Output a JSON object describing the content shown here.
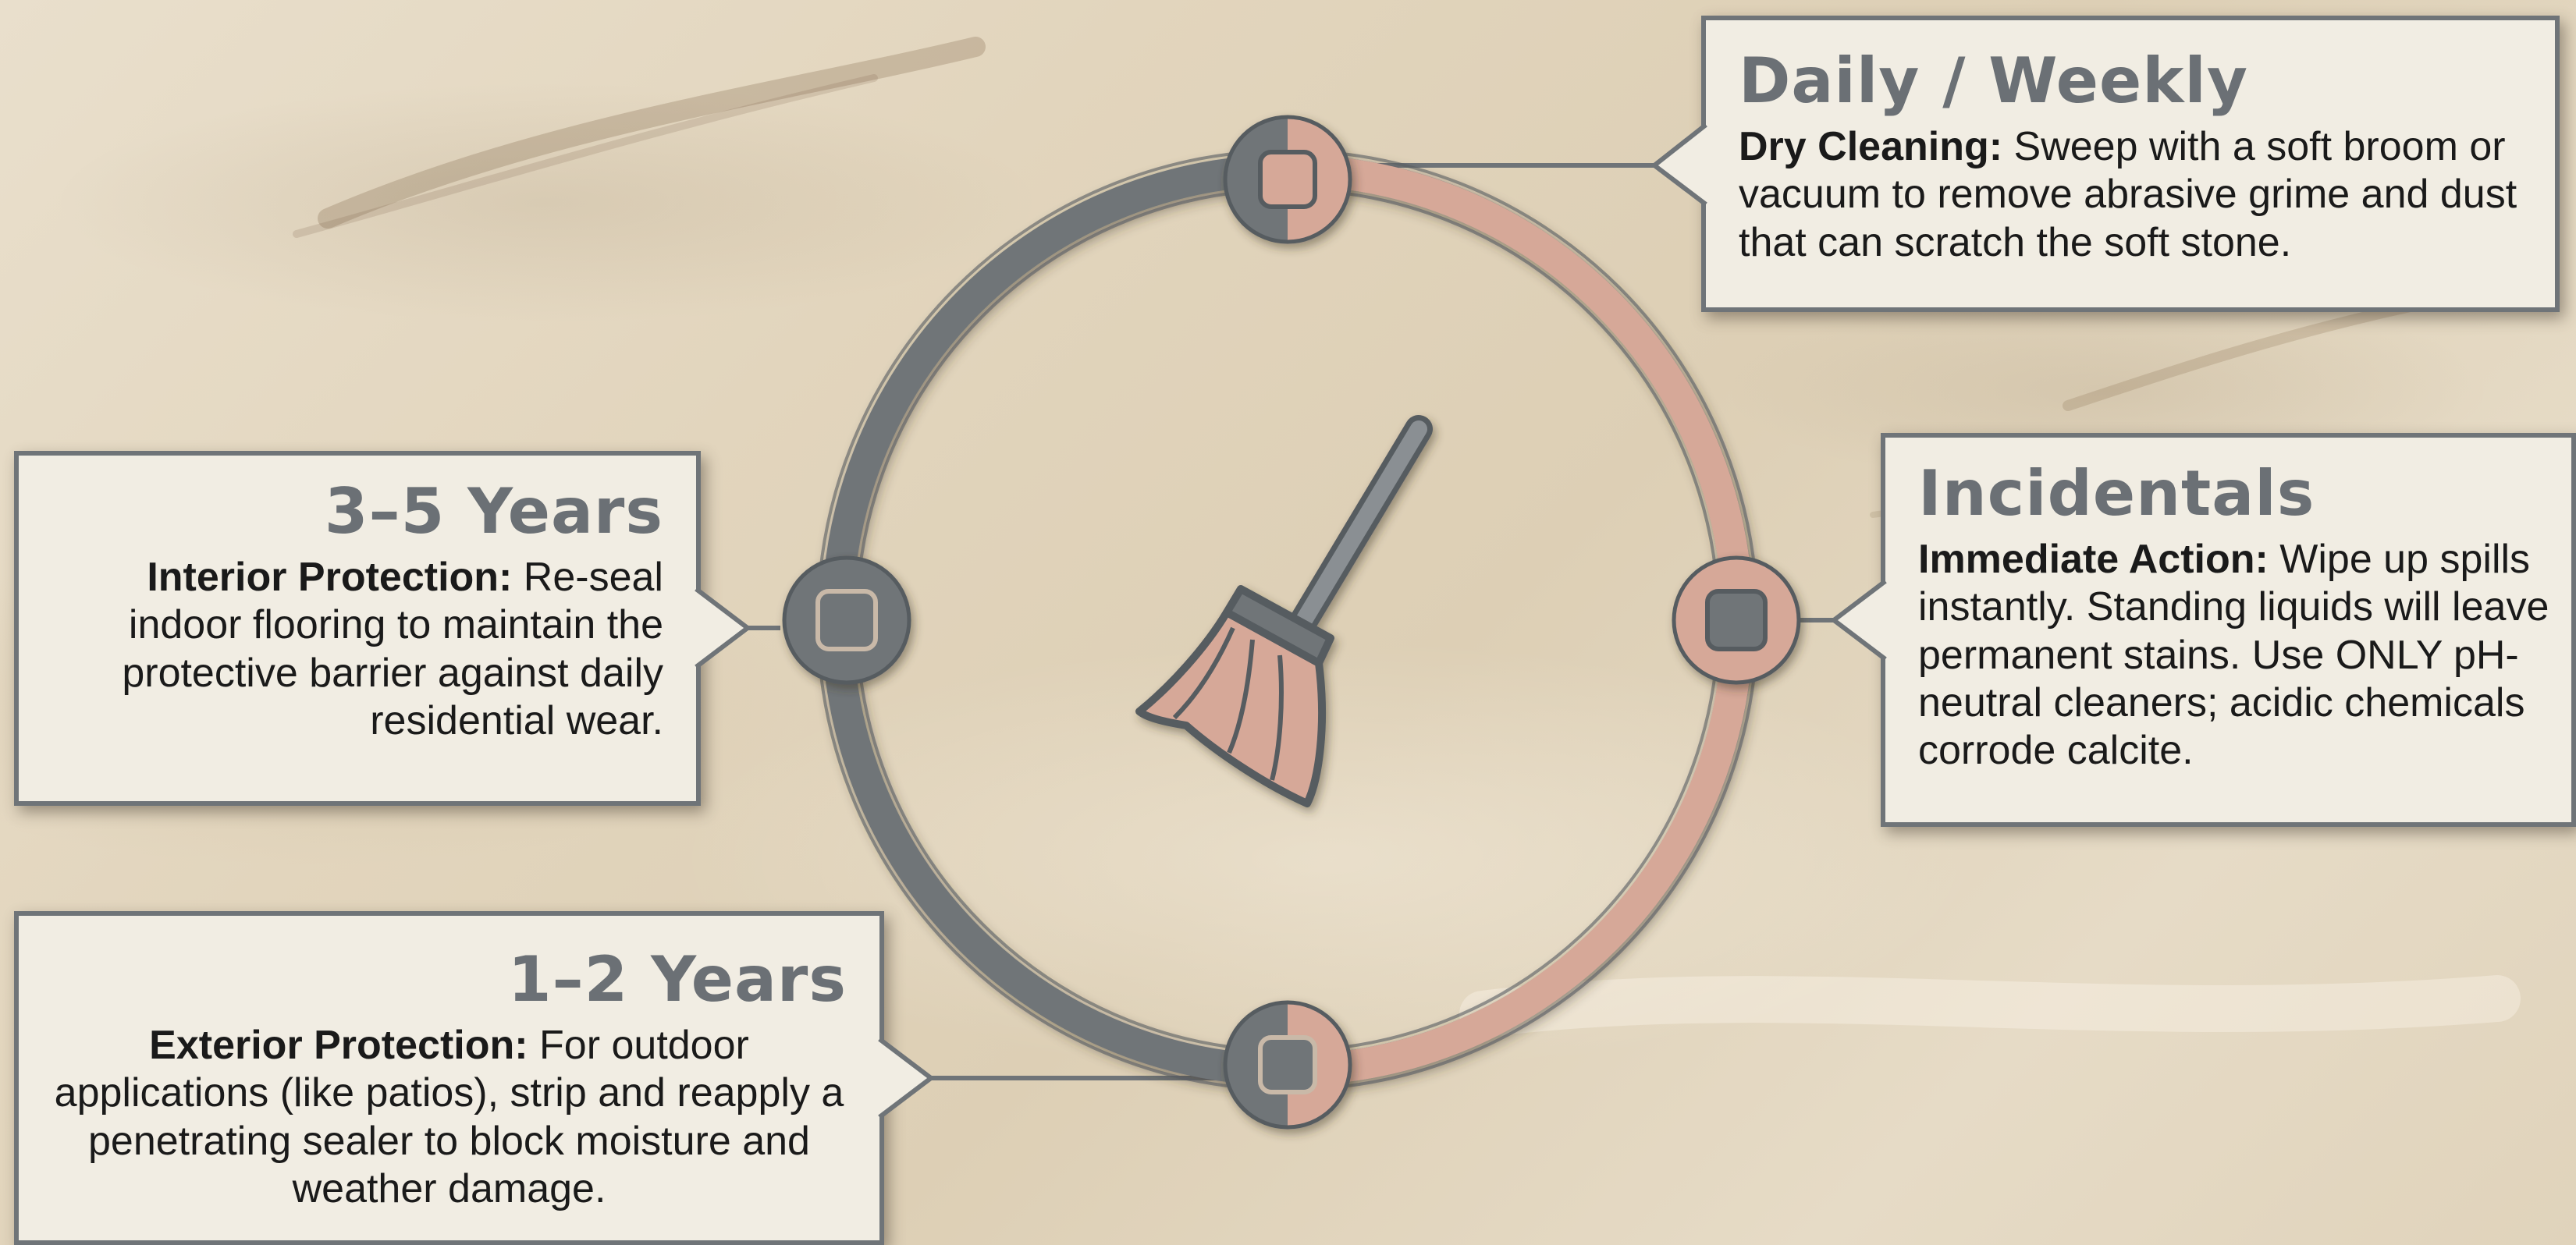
{
  "cycle": {
    "center_icon": "broom-icon",
    "node_icons": [
      "rounded-square-icon",
      "rounded-square-icon",
      "rounded-square-icon",
      "rounded-square-icon"
    ],
    "colors": {
      "ring_pink": "#d6a898",
      "ring_gray": "#6f7478",
      "card_bg": "#f1ede3",
      "card_border": "#6f7478",
      "title_gray": "#6b7075",
      "text": "#1a1a1a"
    }
  },
  "stages": {
    "daily": {
      "title": "Daily / Weekly",
      "lead": "Dry Cleaning:",
      "text": " Sweep with a soft broom or vacuum to remove abrasive grime and dust that can scratch the soft stone."
    },
    "incidentals": {
      "title": "Incidentals",
      "lead": "Immediate Action:",
      "text": " Wipe up spills instantly. Standing liquids will leave permanent stains. Use ONLY pH-neutral cleaners; acidic chemicals corrode calcite."
    },
    "years35": {
      "title": "3–5 Years",
      "lead": "Interior Protection:",
      "text": " Re-seal indoor flooring to maintain the protective barrier against daily residential wear."
    },
    "years12": {
      "title": "1–2 Years",
      "lead": "Exterior Protection:",
      "text": " For outdoor applications (like patios), strip and reapply a penetrating sealer to block moisture and weather damage."
    }
  }
}
